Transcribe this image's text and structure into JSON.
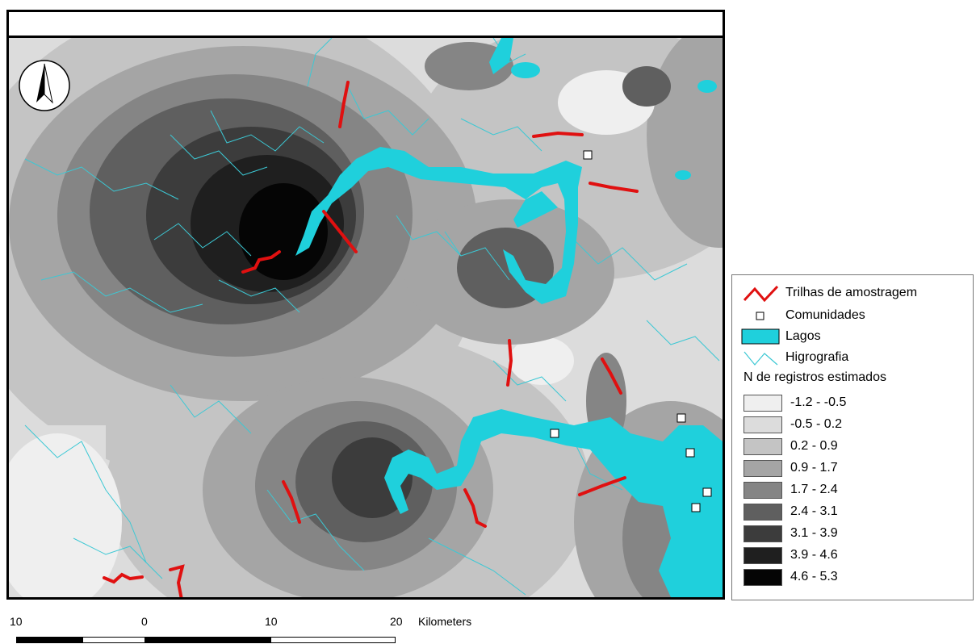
{
  "legend": {
    "trails_label": "Trilhas de amostragem",
    "communities_label": "Comunidades",
    "lakes_label": "Lagos",
    "hydro_label": "Higrografia",
    "classes_title": "N de registros estimados",
    "classes": [
      {
        "range": "-1.2 - -0.5",
        "color": "#efefef"
      },
      {
        "range": "-0.5 - 0.2",
        "color": "#dcdcdc"
      },
      {
        "range": "0.2 - 0.9",
        "color": "#c4c4c4"
      },
      {
        "range": "0.9 - 1.7",
        "color": "#a5a5a5"
      },
      {
        "range": "1.7 - 2.4",
        "color": "#858585"
      },
      {
        "range": "2.4 - 3.1",
        "color": "#5f5f5f"
      },
      {
        "range": "3.1 - 3.9",
        "color": "#3c3c3c"
      },
      {
        "range": "3.9 - 4.6",
        "color": "#1f1f1f"
      },
      {
        "range": "4.6 - 5.3",
        "color": "#050505"
      }
    ]
  },
  "scale": {
    "ticks": [
      "10",
      "0",
      "10",
      "20"
    ],
    "unit": "Kilometers"
  },
  "colors": {
    "trail": "#e01010",
    "lake": "#1fd0dc",
    "hydro": "#3cc8d4",
    "community_fill": "#ffffff"
  },
  "icons": {
    "north_arrow": "north-arrow-icon"
  }
}
